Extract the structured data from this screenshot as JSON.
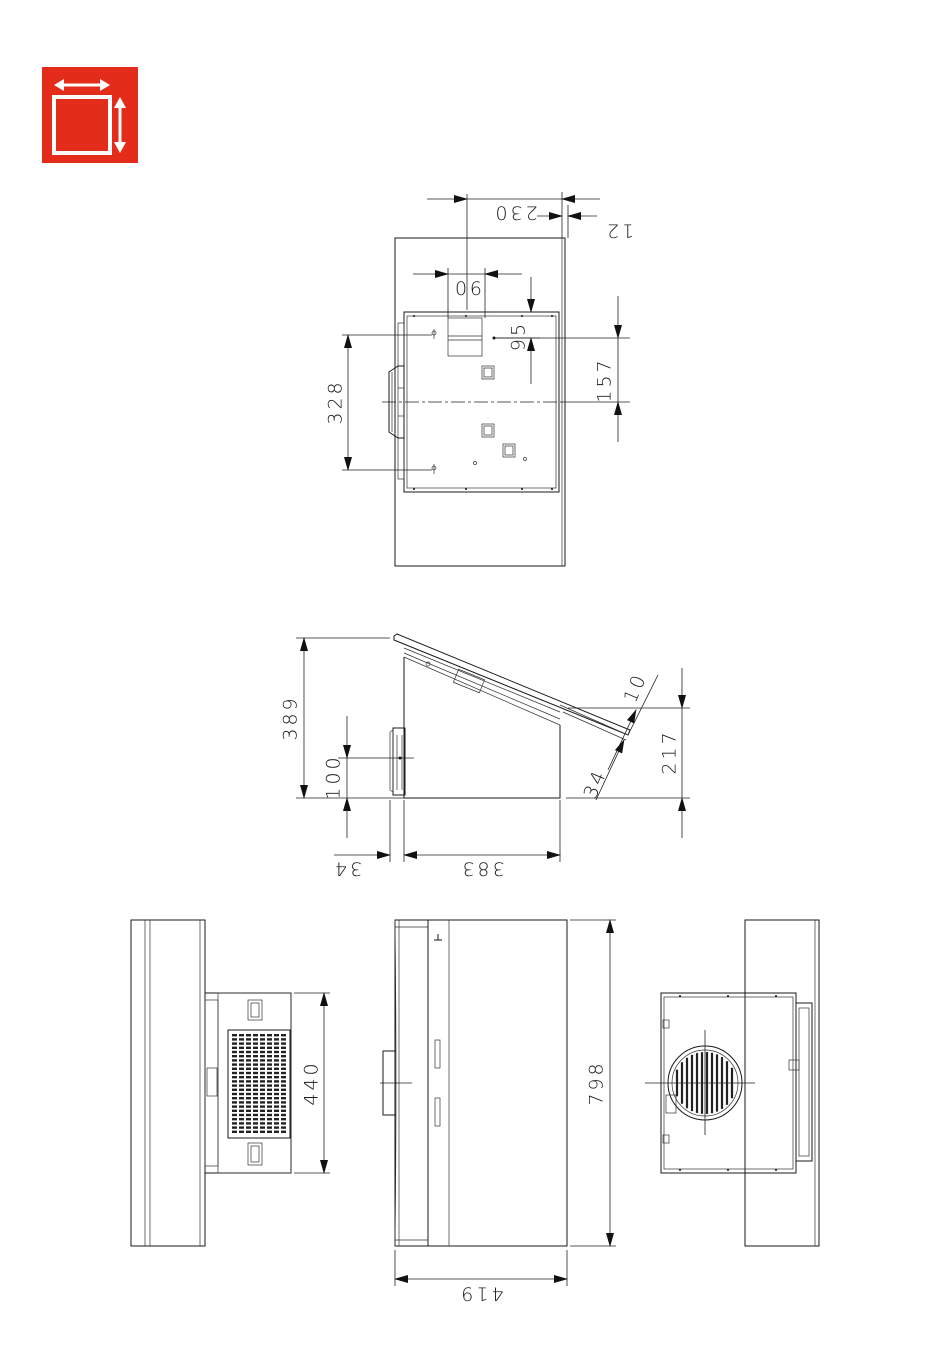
{
  "colors": {
    "icon_red": "#e42c1b",
    "icon_white": "#ffffff",
    "line": "#1a1a1a"
  },
  "icon": "dimensions-icon",
  "views": {
    "top": {
      "dims": {
        "d230": "230",
        "d12": "12",
        "d90": "90",
        "d95": "95",
        "d157": "157",
        "d328": "328"
      }
    },
    "side": {
      "dims": {
        "d389": "389",
        "d100": "100",
        "d34a": "34",
        "d383": "383",
        "d10": "10",
        "d34b": "34",
        "d217": "217"
      }
    },
    "bottom": {
      "dims": {
        "d440": "440",
        "d798": "798",
        "d419": "419"
      }
    }
  }
}
